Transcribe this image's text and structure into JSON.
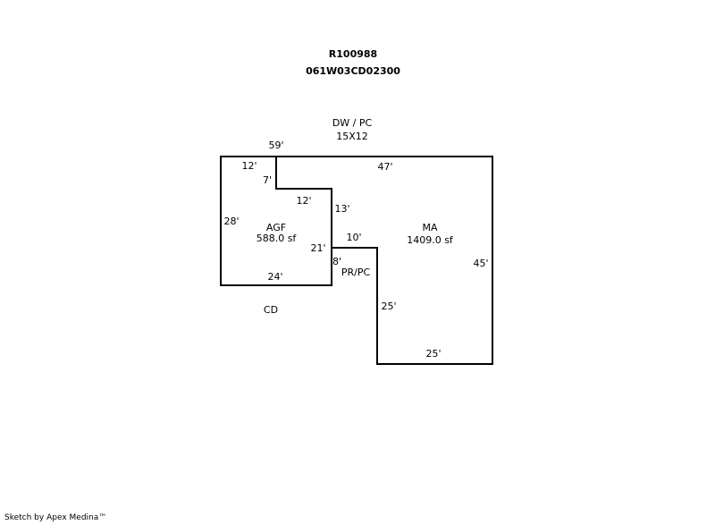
{
  "header": {
    "parcel_id": "R100988",
    "map_number": "061W03CD02300"
  },
  "annotations": {
    "top_label": "DW / PC",
    "top_size": "15X12",
    "porch_label": "PR/PC",
    "cd_label": "CD"
  },
  "areas": {
    "agf": {
      "label": "AGF",
      "area": "588.0 sf"
    },
    "ma": {
      "label": "MA",
      "area": "1409.0 sf"
    }
  },
  "dimensions": {
    "d59": "59'",
    "d12_top": "12'",
    "d47": "47'",
    "d7": "7'",
    "d12_inner": "12'",
    "d13": "13'",
    "d28": "28'",
    "d10": "10'",
    "d21": "21'",
    "d45": "45'",
    "d8": "8'",
    "d24": "24'",
    "d25_side": "25'",
    "d25_bottom": "25'"
  },
  "footer": {
    "credit": "Sketch by Apex Medina™"
  },
  "colors": {
    "line": "#000000",
    "background": "#ffffff"
  }
}
